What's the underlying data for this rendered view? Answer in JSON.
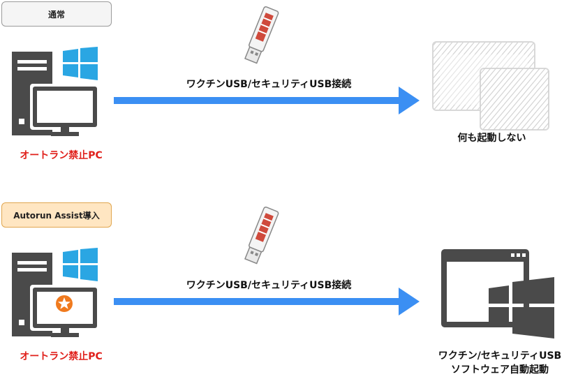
{
  "rows": [
    {
      "badge": "通常",
      "pc_label": "オートラン禁止PC",
      "connection_label": "ワクチンUSB/セキュリティUSB接続",
      "result_label": "何も起動しない"
    },
    {
      "badge": "Autorun Assist導入",
      "pc_label": "オートラン禁止PC",
      "connection_label": "ワクチンUSB/セキュリティUSB接続",
      "result_label_line1": "ワクチン/セキュリティUSB",
      "result_label_line2": "ソフトウェア自動起動"
    }
  ],
  "colors": {
    "arrow": "#3b8ff3",
    "pc_dark": "#4a4a4a",
    "windows_blue": "#2aa6e3",
    "label_red": "#e0201b",
    "assist_badge_bg": "#ffe6c2",
    "assist_icon_orange": "#f07a1e"
  },
  "icons": {
    "pc": "desktop-pc-icon",
    "windows": "windows-logo-icon",
    "usb": "usb-stick-icon",
    "no_window": "empty-window-icon",
    "app_window": "windows-app-window-icon",
    "assist": "autorun-assist-logo-icon"
  }
}
